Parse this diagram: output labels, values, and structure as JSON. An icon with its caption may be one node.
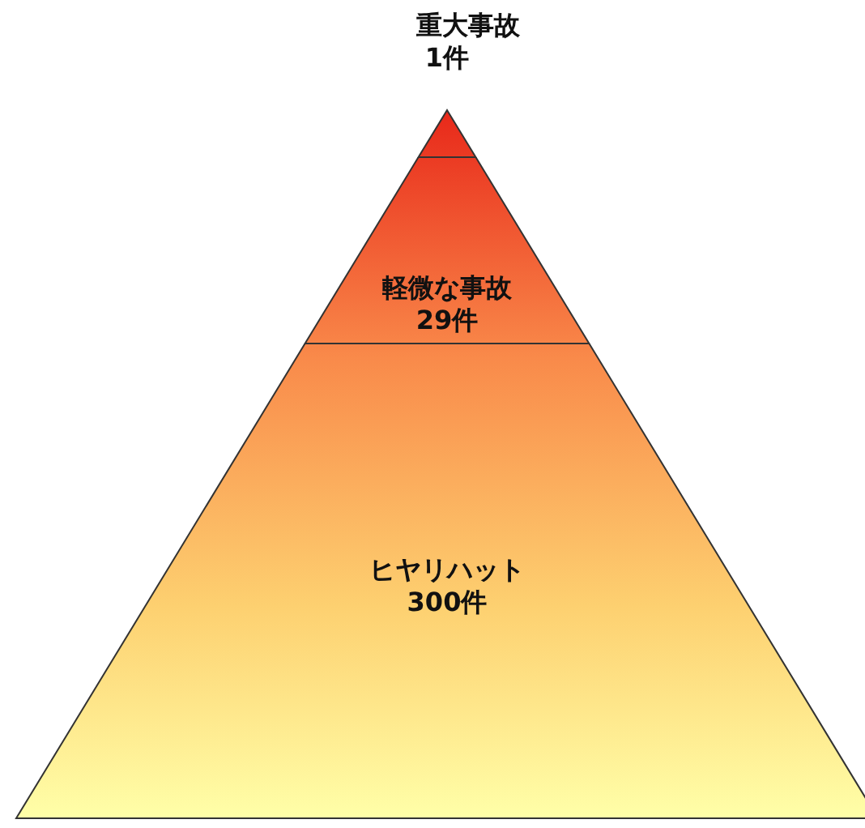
{
  "diagram": {
    "nodes": [
      {
        "text": [
          "重大事故",
          "1件"
        ]
      },
      {
        "text": [
          "軽微な事故",
          "29件"
        ]
      },
      {
        "text": [
          "ヒヤリハット",
          "300件"
        ]
      }
    ]
  }
}
